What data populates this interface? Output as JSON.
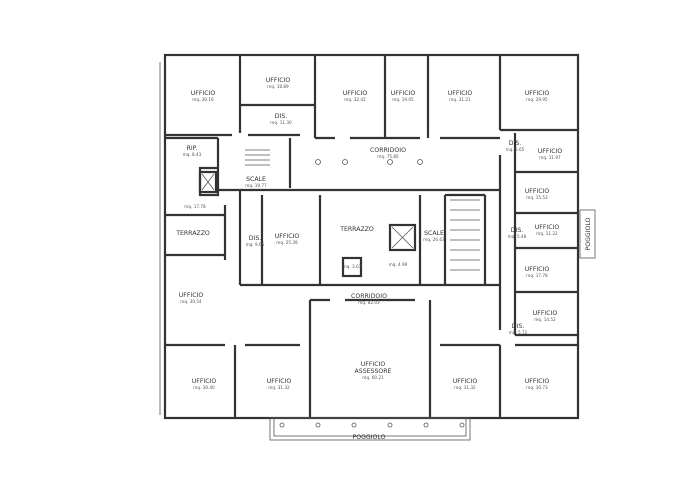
{
  "plan": {
    "rooms": [
      {
        "name": "UFFICIO",
        "area": "mq. 30.16"
      },
      {
        "name": "UFFICIO",
        "area": "mq. 18.89"
      },
      {
        "name": "DIS.",
        "area": "mq. 11.30"
      },
      {
        "name": "UFFICIO",
        "area": "mq. 32.42"
      },
      {
        "name": "UFFICIO",
        "area": "mq. 19.05"
      },
      {
        "name": "UFFICIO",
        "area": "mq. 31.21"
      },
      {
        "name": "UFFICIO",
        "area": "mq. 29.95"
      },
      {
        "name": "RIP.",
        "area": "mq. 8.43"
      },
      {
        "name": "SCALE",
        "area": "mq. 19.77"
      },
      {
        "name": "CORRIDOIO",
        "area": "mq. 75.85"
      },
      {
        "name": "DIS.",
        "area": "mq. 5.65"
      },
      {
        "name": "UFFICIO",
        "area": "mq. 11.97"
      },
      {
        "name": "UFFICIO",
        "area": "mq. 15.53"
      },
      {
        "name": "",
        "area": "mq. 17.78"
      },
      {
        "name": "TERRAZZO",
        "area": ""
      },
      {
        "name": "DIS.",
        "area": "mq. 9.65"
      },
      {
        "name": "UFFICIO",
        "area": "mq. 25.39"
      },
      {
        "name": "TERRAZZO",
        "area": ""
      },
      {
        "name": "SCALE",
        "area": "mq. 26.63"
      },
      {
        "name": "DIS.",
        "area": "mq. 5.48"
      },
      {
        "name": "UFFICIO",
        "area": "mq. 11.22"
      },
      {
        "name": "",
        "area": "mq. 3.07"
      },
      {
        "name": "",
        "area": "mq. 4.99"
      },
      {
        "name": "UFFICIO",
        "area": "mq. 17.78"
      },
      {
        "name": "UFFICIO",
        "area": "mq. 30.54"
      },
      {
        "name": "CORRIDOIO",
        "area": "mq. 82.03"
      },
      {
        "name": "UFFICIO",
        "area": "mq. 14.52"
      },
      {
        "name": "DIS.",
        "area": "mq. 5.72"
      },
      {
        "name": "UFFICIO",
        "area": "mq. 30.40"
      },
      {
        "name": "UFFICIO",
        "area": "mq. 31.32"
      },
      {
        "name": "UFFICIO ASSESSORE",
        "area": "mq. 60.21"
      },
      {
        "name": "UFFICIO",
        "area": "mq. 31.32"
      },
      {
        "name": "UFFICIO",
        "area": "mq. 30.73"
      }
    ],
    "balconies": [
      {
        "name": "POGGIOLO"
      },
      {
        "name": "POGGIOLO"
      }
    ]
  }
}
